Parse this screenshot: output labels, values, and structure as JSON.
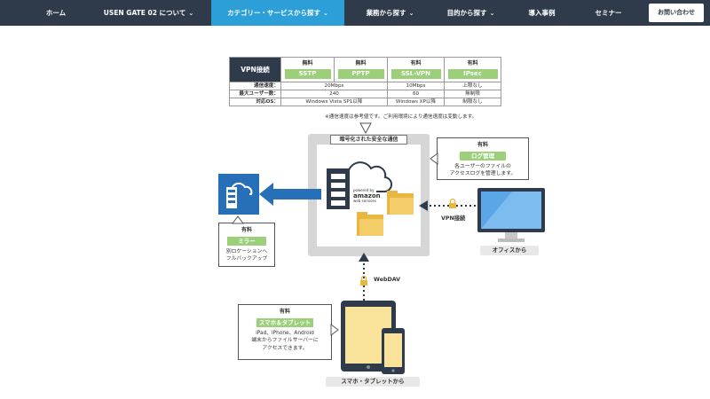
{
  "nav": {
    "items": [
      {
        "label": "ホーム",
        "has_chevron": false
      },
      {
        "label": "USEN GATE 02 について",
        "has_chevron": true
      },
      {
        "label": "カテゴリー・サービスから探す",
        "has_chevron": true,
        "active": true
      },
      {
        "label": "業務から探す",
        "has_chevron": true
      },
      {
        "label": "目的から探す",
        "has_chevron": true
      },
      {
        "label": "導入事例",
        "has_chevron": false
      },
      {
        "label": "セミナー",
        "has_chevron": false
      }
    ],
    "contact_label": "お問い合わせ",
    "chevron_icon": "chevron-down-icon",
    "colors": {
      "bar": "#2f3b4a",
      "active": "#2d9fd8"
    }
  },
  "vpn_table": {
    "header": "VPN接続",
    "plans": [
      {
        "fee": "無料",
        "name": "SSTP"
      },
      {
        "fee": "無料",
        "name": "PPTP"
      },
      {
        "fee": "有料",
        "name": "SSL-VPN"
      },
      {
        "fee": "有料",
        "name": "IPsec"
      }
    ],
    "rows": [
      {
        "label": "通信速度：",
        "free": "20Mbps",
        "ssl": "10Mbps",
        "ipsec": "上限なし"
      },
      {
        "label": "最大ユーザー数：",
        "free": "240",
        "ssl": "60",
        "ipsec": "無制限"
      },
      {
        "label": "対応OS：",
        "free": "Windows Vista SP1以降",
        "ssl": "Windows XP以降",
        "ipsec": "制限なし"
      }
    ],
    "note": "※通信速度は参考値です。ご利用環境により通信速度は変動します。",
    "tag_color": "#9ccf7a"
  },
  "diagram": {
    "encrypted_title": "暗号化された安全な通信",
    "aws_text": {
      "powered": "powered by",
      "brand": "amazon",
      "sub": "web services"
    },
    "log_box": {
      "fee": "有料",
      "tag": "ログ管理",
      "line1": "各ユーザーのファイルの",
      "line2": "アクセスログを管理します。"
    },
    "mirror_box": {
      "fee": "有料",
      "tag": "ミラー",
      "line1": "別ロケーションへ",
      "line2": "フルバックアップ"
    },
    "mobile_box": {
      "fee": "有料",
      "tag": "スマホ＆タブレット",
      "line1": "iPad、iPhone、Android",
      "line2": "端末からファイルサーバーに",
      "line3": "アクセスできます。"
    },
    "vpn_label": "VPN接続",
    "webdav_label": "WebDAV",
    "office_caption": "オフィスから",
    "mobile_caption": "スマホ・タブレットから",
    "colors": {
      "navy": "#2f3b4a",
      "blue": "#2770b8",
      "folder": "#e9b740",
      "screen": "#5aa6e6",
      "lock": "#e9b740"
    }
  }
}
